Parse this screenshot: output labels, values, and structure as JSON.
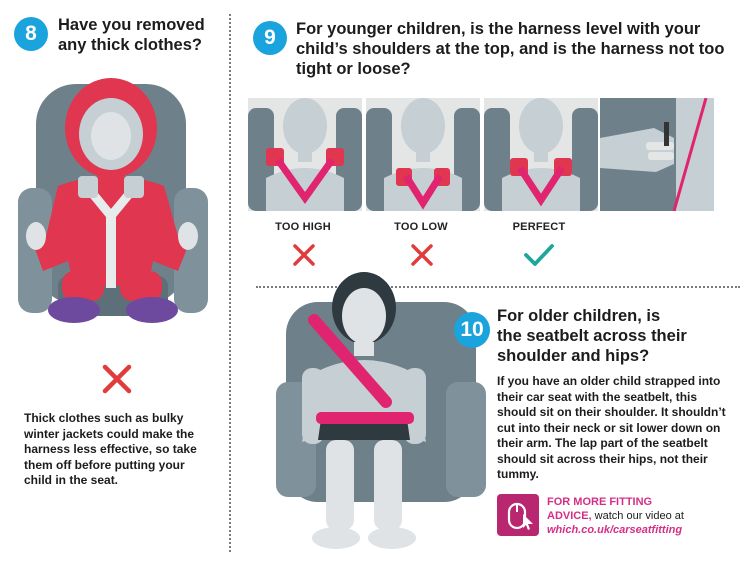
{
  "section8": {
    "number": "8",
    "question": "Have you removed any thick clothes?",
    "body": "Thick clothes such as bulky winter jackets could make the harness less effective, so take them off before putting your child in the seat."
  },
  "section9": {
    "number": "9",
    "question": "For younger children, is the harness level with your child’s shoulders at the top, and is the harness not too tight or loose?",
    "options": [
      {
        "label": "TOO HIGH",
        "verdict": "cross"
      },
      {
        "label": "TOO LOW",
        "verdict": "cross"
      },
      {
        "label": "PERFECT",
        "verdict": "tick"
      }
    ]
  },
  "section10": {
    "number": "10",
    "question": "For older children, is the seatbelt across their shoulder and hips?",
    "body": "If you have an older child strapped into their car seat with the seatbelt, this should sit on their shoulder. It shouldn’t cut into their neck or sit lower down on their arm. The lap part of the seatbelt should sit across their hips, not their tummy."
  },
  "advice": {
    "highlight_line1": "FOR MORE FITTING",
    "highlight_line2": "ADVICE,",
    "rest": " watch our video at",
    "url": "which.co.uk/carseatfitting"
  },
  "colors": {
    "accent_blue": "#1aa3dc",
    "pink": "#e0246f",
    "seat_gray": "#6e8089",
    "wrong_red": "#e23b3b",
    "right_teal": "#1ea69a"
  }
}
